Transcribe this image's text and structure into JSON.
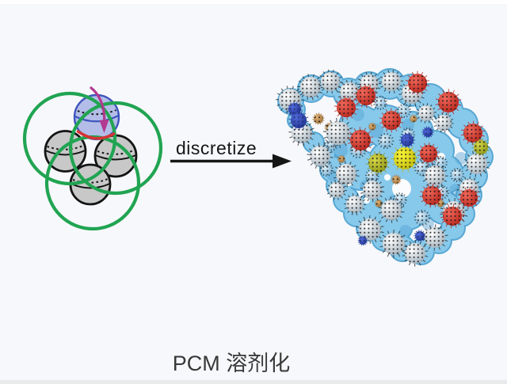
{
  "figure": {
    "background": "#f7f8fb",
    "arrow_label": "discretize",
    "caption": "PCM 溶剂化",
    "ink_color": "#161616",
    "caption_color": "#383838"
  },
  "cavity_diagram": {
    "colors": {
      "solvent_circle_green": "#21a452",
      "atom_fill": "#c8c8c8",
      "atom_stroke": "#141414",
      "probe_fill": "#aab4e5",
      "probe_stroke": "#3d55bd",
      "intersection_arc_red": "#d43434",
      "probe_path_magenta": "#b23890"
    },
    "solvent_circles": [
      [
        88,
        175,
        57
      ],
      [
        146,
        187,
        57
      ],
      [
        117,
        231,
        58
      ]
    ],
    "atom_spheres": [
      [
        82.5,
        191,
        25.5
      ],
      [
        146,
        197,
        26
      ],
      [
        114,
        233,
        25
      ]
    ],
    "probe_sphere": [
      122,
      148,
      28
    ]
  },
  "molecule": {
    "surface_color": "#87c9eb",
    "rim_color": "#57a7d3",
    "shade_color": "#4f9fd2",
    "dot_color": "#161616",
    "kinds": {
      "white": {
        "inner": "#ffffff",
        "outer": "#97a8b4"
      },
      "pale": {
        "inner": "#dff0fa",
        "outer": "#74aed2"
      },
      "red": {
        "inner": "#f2685a",
        "outer": "#b01d15"
      },
      "yellow": {
        "inner": "#faf538",
        "outer": "#bcb408"
      },
      "olive": {
        "inner": "#d6d848",
        "outer": "#878e12"
      },
      "navy": {
        "inner": "#4f68da",
        "outer": "#1a2d8c"
      },
      "tan": {
        "inner": "#e2b478",
        "outer": "#96682e"
      }
    },
    "base": [
      [
        367,
        128,
        15
      ],
      [
        393,
        112,
        16
      ],
      [
        418,
        106,
        15
      ],
      [
        440,
        118,
        18
      ],
      [
        466,
        110,
        18
      ],
      [
        492,
        106,
        18
      ],
      [
        519,
        114,
        19
      ],
      [
        543,
        126,
        19
      ],
      [
        565,
        138,
        18
      ],
      [
        584,
        156,
        18
      ],
      [
        598,
        176,
        17
      ],
      [
        605,
        198,
        16
      ],
      [
        598,
        222,
        16
      ],
      [
        592,
        246,
        15
      ],
      [
        583,
        270,
        15
      ],
      [
        572,
        288,
        14
      ],
      [
        554,
        304,
        15
      ],
      [
        532,
        318,
        15
      ],
      [
        508,
        314,
        15
      ],
      [
        486,
        300,
        16
      ],
      [
        466,
        288,
        15
      ],
      [
        450,
        270,
        15
      ],
      [
        437,
        252,
        15
      ],
      [
        428,
        234,
        15
      ],
      [
        420,
        214,
        15
      ],
      [
        408,
        196,
        14
      ],
      [
        396,
        180,
        12
      ],
      [
        382,
        166,
        11
      ],
      [
        374,
        152,
        10
      ],
      [
        374,
        138,
        10
      ],
      [
        455,
        160,
        26
      ],
      [
        488,
        160,
        26
      ],
      [
        520,
        168,
        26
      ],
      [
        548,
        190,
        24
      ],
      [
        560,
        220,
        24
      ],
      [
        545,
        250,
        24
      ],
      [
        515,
        265,
        24
      ],
      [
        485,
        245,
        24
      ],
      [
        455,
        215,
        24
      ],
      [
        440,
        180,
        22
      ],
      [
        492,
        205,
        26
      ],
      [
        525,
        225,
        24
      ],
      [
        560,
        262,
        20
      ],
      [
        500,
        285,
        20
      ],
      [
        470,
        265,
        20
      ]
    ],
    "shade": [
      [
        430,
        190,
        9
      ],
      [
        475,
        165,
        9
      ],
      [
        515,
        158,
        8
      ],
      [
        545,
        215,
        9
      ],
      [
        498,
        255,
        9
      ],
      [
        462,
        235,
        8
      ],
      [
        540,
        282,
        8
      ],
      [
        575,
        240,
        8
      ],
      [
        452,
        145,
        8
      ],
      [
        420,
        222,
        7
      ],
      [
        512,
        292,
        8
      ],
      [
        582,
        200,
        8
      ]
    ],
    "holes": [
      [
        507,
        238,
        12
      ],
      [
        440,
        230,
        5
      ],
      [
        557,
        198,
        5
      ],
      [
        463,
        253,
        4
      ],
      [
        489,
        224,
        4
      ]
    ],
    "spheres": [
      [
        "pale",
        452,
        190,
        8
      ],
      [
        "pale",
        487,
        178,
        8
      ],
      [
        "pale",
        515,
        170,
        7
      ],
      [
        "pale",
        533,
        212,
        8
      ],
      [
        "pale",
        470,
        222,
        7
      ],
      [
        "pale",
        505,
        252,
        7
      ],
      [
        "pale",
        533,
        275,
        8
      ],
      [
        "pale",
        558,
        243,
        7
      ],
      [
        "pale",
        480,
        130,
        7
      ],
      [
        "pale",
        510,
        140,
        7
      ],
      [
        "pale",
        418,
        182,
        7
      ],
      [
        "pale",
        412,
        214,
        7
      ],
      [
        "pale",
        556,
        206,
        7
      ],
      [
        "pale",
        577,
        221,
        7
      ],
      [
        "tan",
        402,
        150,
        6
      ],
      [
        "tan",
        416,
        161,
        5
      ],
      [
        "tan",
        500,
        227,
        5
      ],
      [
        "tan",
        478,
        257,
        4
      ],
      [
        "tan",
        556,
        257,
        4
      ],
      [
        "tan",
        431,
        201,
        4
      ],
      [
        "tan",
        522,
        150,
        4
      ],
      [
        "tan",
        470,
        160,
        4
      ],
      [
        "white",
        366,
        126,
        14
      ],
      [
        "white",
        392,
        110,
        13
      ],
      [
        "white",
        417,
        103,
        12
      ],
      [
        "white",
        381,
        168,
        13
      ],
      [
        "white",
        427,
        168,
        15
      ],
      [
        "white",
        404,
        197,
        13
      ],
      [
        "white",
        437,
        220,
        13
      ],
      [
        "white",
        470,
        240,
        12
      ],
      [
        "white",
        494,
        265,
        13
      ],
      [
        "white",
        467,
        290,
        14
      ],
      [
        "white",
        497,
        308,
        14
      ],
      [
        "white",
        524,
        320,
        13
      ],
      [
        "white",
        549,
        300,
        13
      ],
      [
        "white",
        573,
        268,
        14
      ],
      [
        "white",
        592,
        238,
        12
      ],
      [
        "white",
        602,
        207,
        13
      ],
      [
        "white",
        538,
        143,
        10
      ],
      [
        "white",
        520,
        118,
        13
      ],
      [
        "white",
        494,
        103,
        12
      ],
      [
        "white",
        466,
        106,
        12
      ],
      [
        "white",
        441,
        116,
        12
      ],
      [
        "white",
        549,
        222,
        13
      ],
      [
        "white",
        448,
        258,
        11
      ],
      [
        "white",
        425,
        240,
        10
      ],
      [
        "white",
        560,
        155,
        10
      ],
      [
        "navy",
        372,
        138,
        8
      ],
      [
        "navy",
        377,
        152,
        10
      ],
      [
        "red",
        437,
        136,
        12
      ],
      [
        "red",
        462,
        121,
        12
      ],
      [
        "red",
        455,
        177,
        13
      ],
      [
        "red",
        494,
        152,
        12
      ],
      [
        "red",
        527,
        105,
        12
      ],
      [
        "red",
        566,
        129,
        13
      ],
      [
        "red",
        597,
        168,
        12
      ],
      [
        "red",
        541,
        194,
        11
      ],
      [
        "red",
        592,
        250,
        11
      ],
      [
        "red",
        571,
        273,
        12
      ],
      [
        "red",
        545,
        247,
        12
      ],
      [
        "olive",
        477,
        206,
        12
      ],
      [
        "yellow",
        511,
        200,
        14
      ],
      [
        "olive",
        607,
        186,
        9
      ],
      [
        "navy",
        514,
        177,
        8
      ],
      [
        "navy",
        540,
        167,
        6
      ],
      [
        "navy",
        530,
        298,
        6
      ],
      [
        "navy",
        458,
        304,
        5
      ]
    ]
  }
}
